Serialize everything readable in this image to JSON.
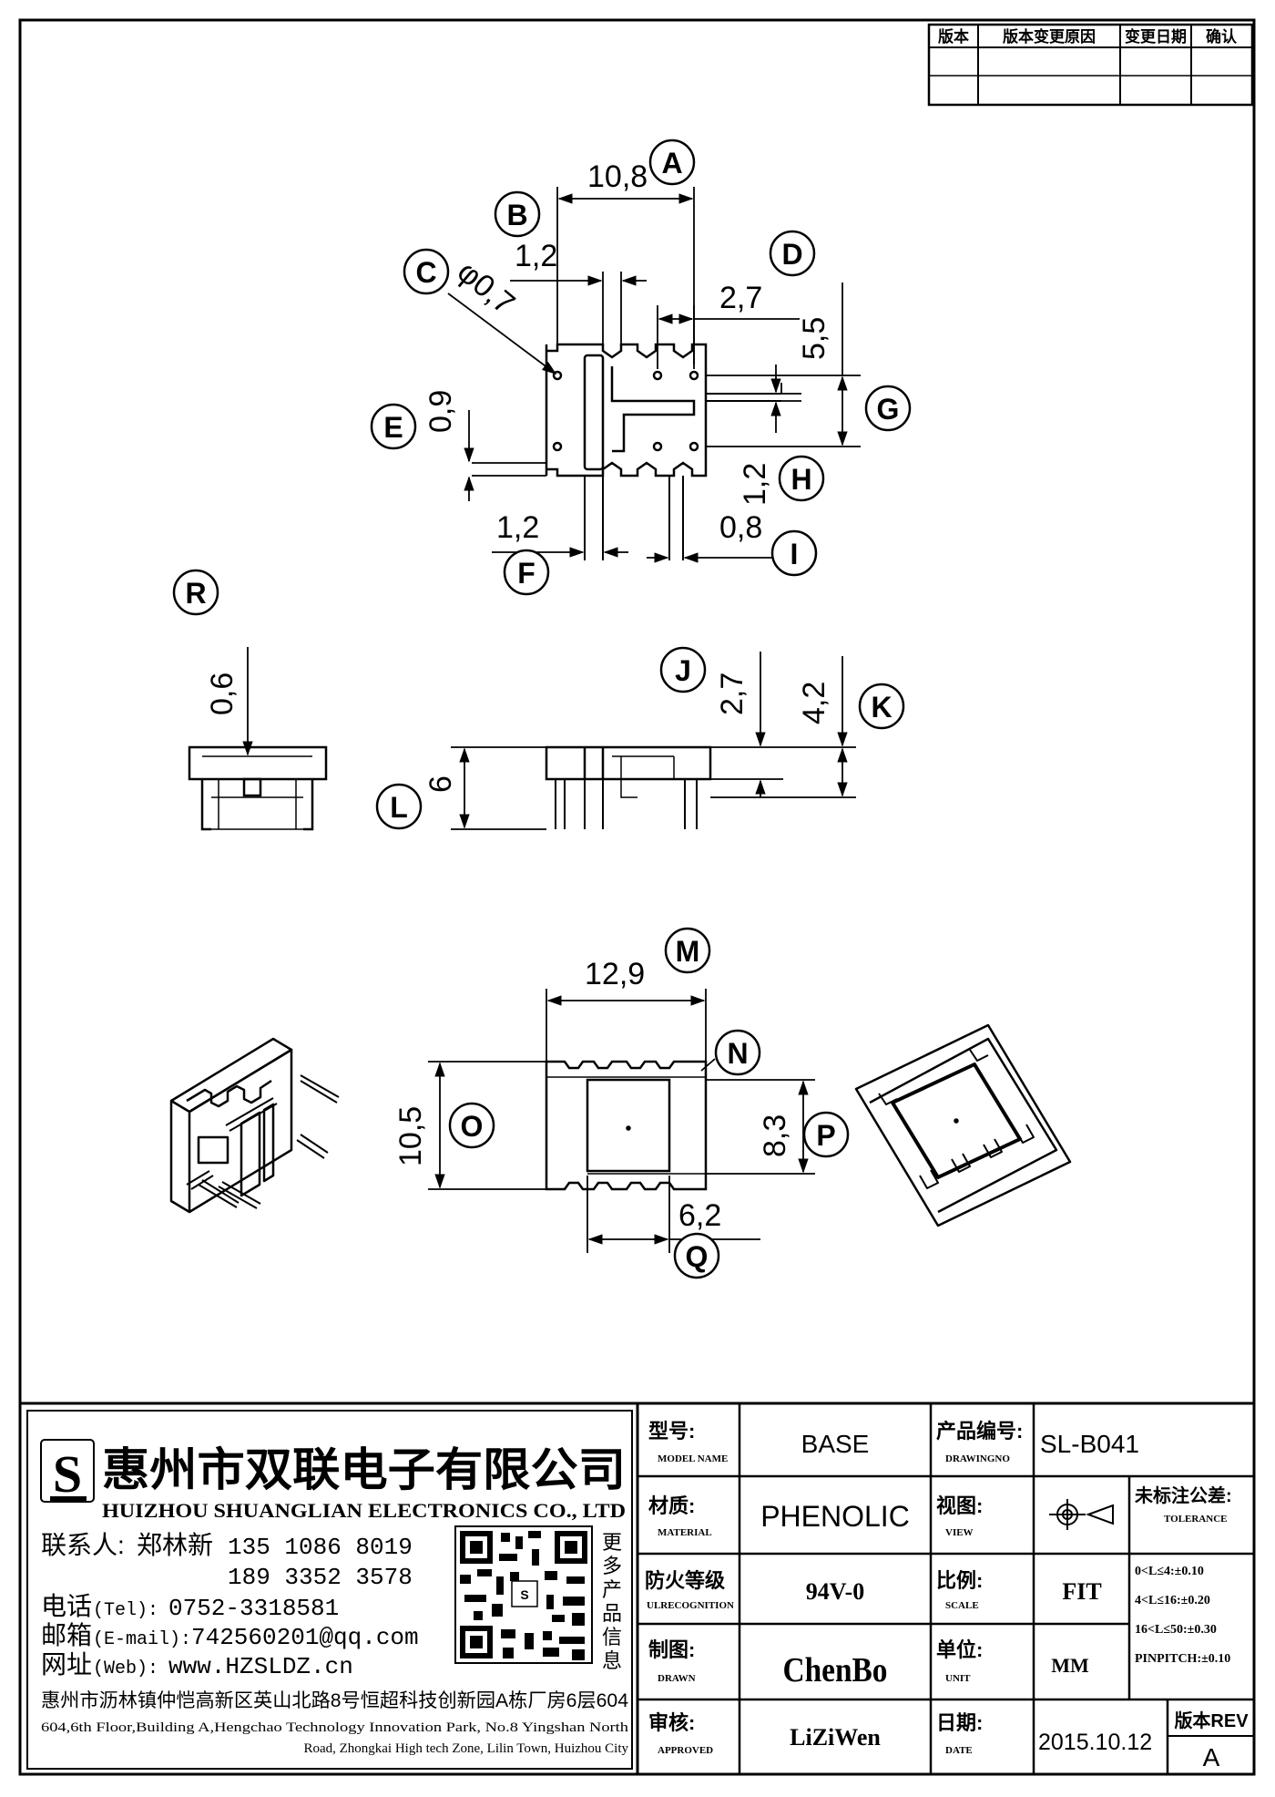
{
  "revision_table": {
    "headers": [
      "版本",
      "版本变更原因",
      "变更日期",
      "确认"
    ],
    "rows": [
      [
        "",
        "",
        "",
        ""
      ],
      [
        "",
        "",
        "",
        ""
      ]
    ]
  },
  "top_view": {
    "dims": {
      "A": "10,8",
      "B": "1,2",
      "C": "φ0,7",
      "D": "2,7",
      "E": "0,9",
      "F": "1,2",
      "G": "5,5",
      "H": "1,2",
      "I": "0,8"
    }
  },
  "side_views": {
    "dims": {
      "R": "0,6",
      "J": "2,7",
      "K": "4,2",
      "L": "6"
    }
  },
  "bottom_view": {
    "dims": {
      "M": "12,9",
      "N": "",
      "O": "10,5",
      "P": "8,3",
      "Q": "6,2"
    }
  },
  "labels": {
    "A": "A",
    "B": "B",
    "C": "C",
    "D": "D",
    "E": "E",
    "F": "F",
    "G": "G",
    "H": "H",
    "I": "I",
    "J": "J",
    "K": "K",
    "L": "L",
    "M": "M",
    "N": "N",
    "O": "O",
    "P": "P",
    "Q": "Q",
    "R": "R"
  },
  "company": {
    "name_cn": "惠州市双联电子有限公司",
    "name_en": "HUIZHOU SHUANGLIAN ELECTRONICS CO., LTD",
    "contact_label": "联系人:",
    "contact_name": "郑林新",
    "phone1": "135 1086 8019",
    "phone2": "189 3352 3578",
    "tel_label": "电话",
    "tel_tag": "(Tel):",
    "tel": "0752-3318581",
    "email_label": "邮箱",
    "email_tag": "(E-mail):",
    "email": "742560201@qq.com",
    "web_label": "网址",
    "web_tag": "(Web):",
    "web": "www.HZSLDZ.cn",
    "qr_caption": [
      "更",
      "多",
      "产",
      "品",
      "信",
      "息"
    ],
    "address_cn": "惠州市沥林镇仲恺高新区英山北路8号恒超科技创新园A栋厂房6层604",
    "address_en1": "604,6th Floor,Building A,Hengchao Technology Innovation Park, No.8 Yingshan North",
    "address_en2": "Road, Zhongkai High tech Zone, Lilin Town, Huizhou City"
  },
  "title_block": {
    "model_label": "型号:",
    "model_sub": "MODEL NAME",
    "model": "BASE",
    "drawing_label": "产品编号:",
    "drawing_sub": "DRAWINGNO",
    "drawing_no": "SL-B041",
    "material_label": "材质:",
    "material_sub": "MATERIAL",
    "material": "PHENOLIC",
    "view_label": "视图:",
    "view_sub": "VIEW",
    "tolerance_label": "未标注公差:",
    "tolerance_sub": "TOLERANCE",
    "flame_label": "防火等级",
    "flame_sub": "ULRECOGNITION",
    "flame": "94V-0",
    "scale_label": "比例:",
    "scale_sub": "SCALE",
    "scale": "FIT",
    "drawn_label": "制图:",
    "drawn_sub": "DRAWN",
    "drawn": "ChenBo",
    "unit_label": "单位:",
    "unit_sub": "UNIT",
    "unit": "MM",
    "approved_label": "审核:",
    "approved_sub": "APPROVED",
    "approved": "LiZiWen",
    "date_label": "日期:",
    "date_sub": "DATE",
    "date": "2015.10.12",
    "rev_label": "版本REV",
    "rev": "A",
    "tolerances": [
      "0<L≤4:±0.10",
      "4<L≤16:±0.20",
      "16<L≤50:±0.30",
      "PINPITCH:±0.10"
    ]
  }
}
